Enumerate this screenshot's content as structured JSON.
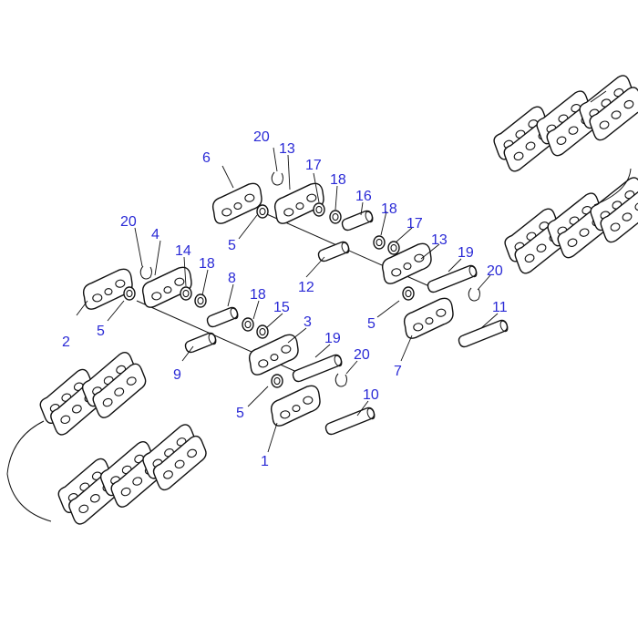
{
  "callouts": [
    {
      "id": "c1",
      "text": "1"
    },
    {
      "id": "c2",
      "text": "2"
    },
    {
      "id": "c3",
      "text": "3"
    },
    {
      "id": "c4",
      "text": "4"
    },
    {
      "id": "c5a",
      "text": "5"
    },
    {
      "id": "c5b",
      "text": "5"
    },
    {
      "id": "c5c",
      "text": "5"
    },
    {
      "id": "c5d",
      "text": "5"
    },
    {
      "id": "c6",
      "text": "6"
    },
    {
      "id": "c7",
      "text": "7"
    },
    {
      "id": "c8",
      "text": "8"
    },
    {
      "id": "c9",
      "text": "9"
    },
    {
      "id": "c10",
      "text": "10"
    },
    {
      "id": "c11",
      "text": "11"
    },
    {
      "id": "c12",
      "text": "12"
    },
    {
      "id": "c13a",
      "text": "13"
    },
    {
      "id": "c13b",
      "text": "13"
    },
    {
      "id": "c14",
      "text": "14"
    },
    {
      "id": "c15",
      "text": "15"
    },
    {
      "id": "c16",
      "text": "16"
    },
    {
      "id": "c17a",
      "text": "17"
    },
    {
      "id": "c17b",
      "text": "17"
    },
    {
      "id": "c18a",
      "text": "18"
    },
    {
      "id": "c18b",
      "text": "18"
    },
    {
      "id": "c18c",
      "text": "18"
    },
    {
      "id": "c18d",
      "text": "18"
    },
    {
      "id": "c19a",
      "text": "19"
    },
    {
      "id": "c19b",
      "text": "19"
    },
    {
      "id": "c20a",
      "text": "20"
    },
    {
      "id": "c20b",
      "text": "20"
    },
    {
      "id": "c20c",
      "text": "20"
    },
    {
      "id": "c20d",
      "text": "20"
    }
  ],
  "colors": {
    "callout": "#2a2ad6",
    "line": "#111111",
    "background": "#ffffff"
  }
}
